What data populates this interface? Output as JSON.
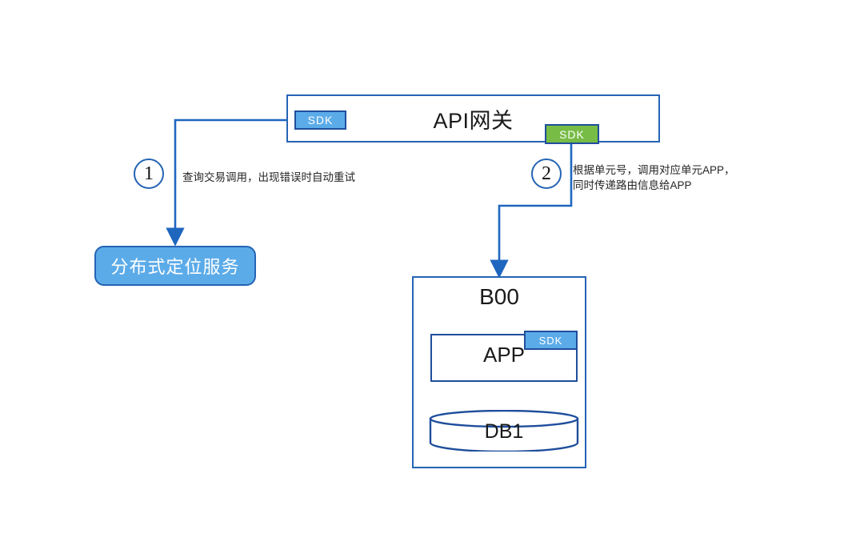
{
  "diagram": {
    "title": "API gateway unit routing diagram",
    "colors": {
      "line_blue": "#2464b4",
      "badge_blue": "#5cabe9",
      "badge_green": "#77bc45",
      "border_dark_blue": "#1f4e9c",
      "text_dark": "#1a1a1a",
      "background": "#ffffff"
    }
  },
  "gateway": {
    "title": "API网关",
    "sdk_left_label": "SDK",
    "sdk_right_label": "SDK"
  },
  "service": {
    "label": "分布式定位服务"
  },
  "unit": {
    "title": "B00",
    "app": {
      "label": "APP",
      "sdk_label": "SDK"
    },
    "db": {
      "label": "DB1"
    }
  },
  "steps": [
    {
      "number": "1",
      "text_lines": [
        "查询交易调用，出现错误时自动重试"
      ]
    },
    {
      "number": "2",
      "text_lines": [
        "根据单元号，调用对应单元APP，",
        "同时传递路由信息给APP"
      ]
    }
  ]
}
